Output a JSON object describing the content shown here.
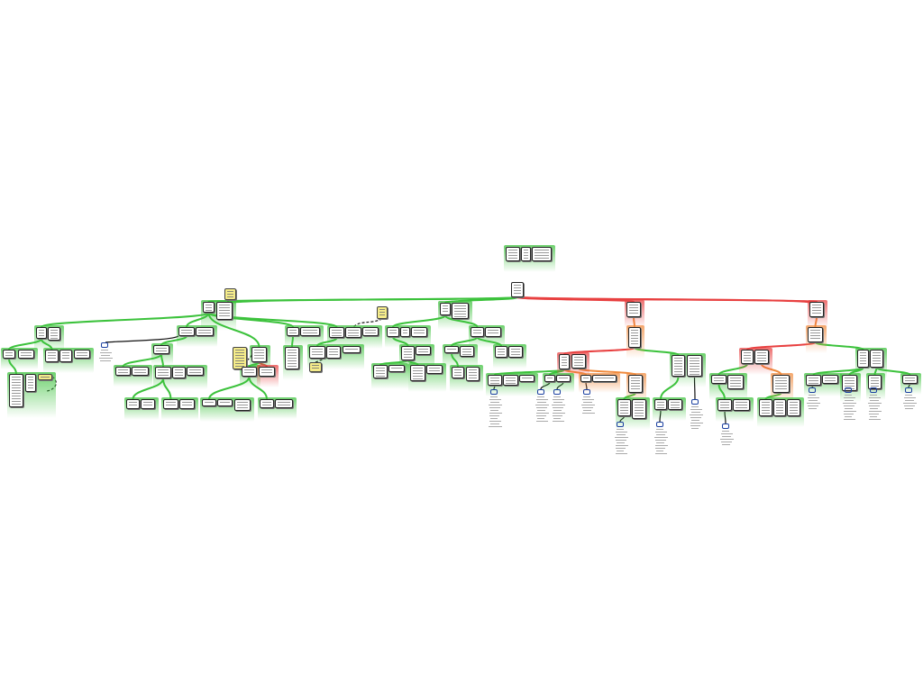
{
  "diagram": {
    "type": "argument-map",
    "colors": {
      "support": "#3cc23c",
      "oppose": "#e84040",
      "rebuttal": "#f08a3c",
      "link": "#111111",
      "note": "#f5ec8a",
      "info_icon": "#1a3fa0"
    },
    "node_kinds": [
      "claim",
      "support",
      "oppose",
      "rebuttal",
      "note",
      "source"
    ]
  }
}
